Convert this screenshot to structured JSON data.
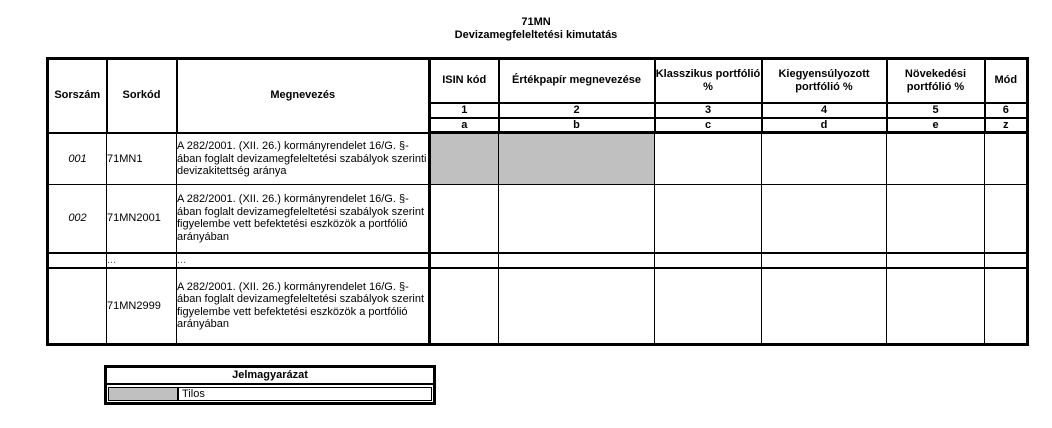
{
  "title": {
    "code": "71MN",
    "name": "Devizamegfeleltetési kimutatás"
  },
  "table": {
    "headers": {
      "sorszam": "Sorszám",
      "sorkod": "Sorkód",
      "megnevezes": "Megnevezés",
      "isin": "ISIN kód",
      "ertekpapir": "Értékpapír megnevezése",
      "klasszikus": "Klasszikus portfólió %",
      "kiegyensulyozott": "Kiegyensúlyozott portfólió %",
      "novekedesi": "Növekedési portfólió %",
      "mod": "Mód"
    },
    "column_numbers": [
      "1",
      "2",
      "3",
      "4",
      "5",
      "6"
    ],
    "column_letters": [
      "a",
      "b",
      "c",
      "d",
      "e",
      "z"
    ],
    "rows": [
      {
        "sorszam": "001",
        "sorkod": "71MN1",
        "megnevezes": "A 282/2001. (XII. 26.) kormányrendelet 16/G. §-ában foglalt devizamegfeleltetési szabályok szerinti devizakitettség aránya",
        "isin": "",
        "ertekpapir": "",
        "klasszikus": "",
        "kiegyensulyozott": "",
        "novekedesi": "",
        "mod": "",
        "isin_status": "tilos",
        "ertekpapir_status": "tilos"
      },
      {
        "sorszam": "002",
        "sorkod": "71MN2001",
        "megnevezes": "A 282/2001. (XII. 26.) kormányrendelet 16/G. §-ában foglalt devizamegfeleltetési szabályok szerint figyelembe vett befektetési eszközök a portfólió arányában",
        "isin": "",
        "ertekpapir": "",
        "klasszikus": "",
        "kiegyensulyozott": "",
        "novekedesi": "",
        "mod": ""
      },
      {
        "sorszam": "",
        "sorkod": "...",
        "megnevezes": "...",
        "isin": "",
        "ertekpapir": "",
        "klasszikus": "",
        "kiegyensulyozott": "",
        "novekedesi": "",
        "mod": ""
      },
      {
        "sorszam": "",
        "sorkod": "71MN2999",
        "megnevezes": "A 282/2001. (XII. 26.) kormányrendelet 16/G. §-ában foglalt devizamegfeleltetési szabályok szerint figyelembe vett befektetési eszközök a portfólió arányában",
        "isin": "",
        "ertekpapir": "",
        "klasszikus": "",
        "kiegyensulyozott": "",
        "novekedesi": "",
        "mod": ""
      }
    ]
  },
  "legend": {
    "title": "Jelmagyarázat",
    "items": [
      {
        "label": "Tilos",
        "color": "#c0c0c0"
      }
    ]
  },
  "colors": {
    "tilos_fill": "#c0c0c0",
    "border": "#000000",
    "background": "#ffffff"
  }
}
